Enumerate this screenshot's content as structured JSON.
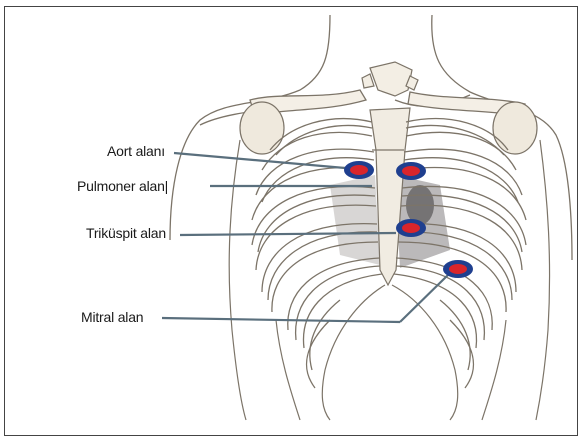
{
  "labels": {
    "aort": "Aort alanı",
    "pulmoner": "Pulmoner alan|",
    "trikuspit": "Triküspit alan",
    "mitral": "Mitral alan"
  },
  "icons": {
    "auscultation_marker": "auscultation-point-icon"
  },
  "colors": {
    "marker_outer": "#1f3f8f",
    "marker_inner": "#d9252b",
    "leader_line": "#5a6f7d",
    "bone_line": "#7c7468",
    "shadow": "#9a9aa0"
  }
}
